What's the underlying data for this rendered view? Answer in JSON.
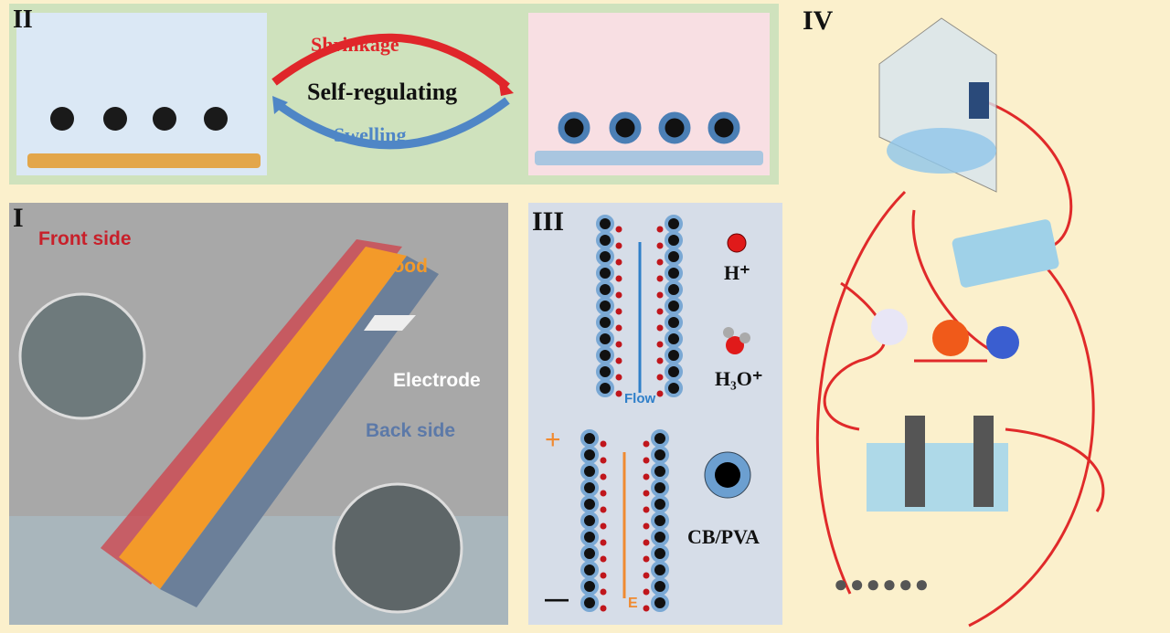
{
  "panel_ii": {
    "label": "II",
    "top_arrow": "Shrinkage",
    "center": "Self-regulating",
    "bottom_arrow": "Swelling"
  },
  "panel_i": {
    "label": "I",
    "front": "Front side",
    "wood": "Wood",
    "electrode": "Electrode",
    "back": "Back side"
  },
  "panel_iii": {
    "label": "III",
    "flow": "Flow",
    "h_plus": "H⁺",
    "h3o_plus": "H₃O⁺",
    "plus": "+",
    "minus": "—",
    "field": "E",
    "material": "CB/PVA"
  },
  "panel_iv": {
    "label": "IV",
    "ellipsis": "●●●●●●"
  },
  "colors": {
    "background": "#fbf0cc",
    "panel_ii_bg": "#cfe2bd",
    "panel_i_bg": "#a8a8a8",
    "panel_iii_bg": "#d6dde8",
    "wire": "#e02a2a",
    "shrinkage": "#e0262a",
    "swelling": "#4f86c6",
    "wood": "#f39a2a"
  }
}
